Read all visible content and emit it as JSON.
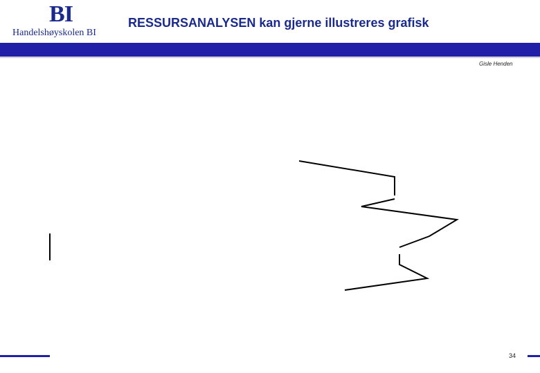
{
  "header": {
    "logo_mark": "BI",
    "logo_text": "Handelshøyskolen BI",
    "title": "RESSURSANALYSEN kan gjerne illustreres grafisk"
  },
  "author": "Gisle Henden",
  "footer": {
    "page_number": "34"
  },
  "colors": {
    "brand_blue": "#1f1fa8",
    "text_blue": "#1a2a8c"
  }
}
